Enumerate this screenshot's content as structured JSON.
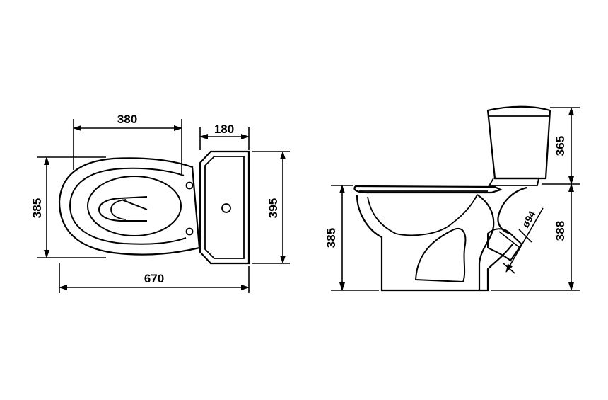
{
  "dimensions": {
    "bowl_length": "380",
    "tank_depth": "180",
    "bowl_width": "385",
    "tank_width": "395",
    "overall_length": "670",
    "side_bowl_height": "385",
    "tank_height": "365",
    "outlet_height": "388",
    "outlet_diameter": "ø94"
  },
  "colors": {
    "line": "#000000",
    "background": "#ffffff"
  }
}
